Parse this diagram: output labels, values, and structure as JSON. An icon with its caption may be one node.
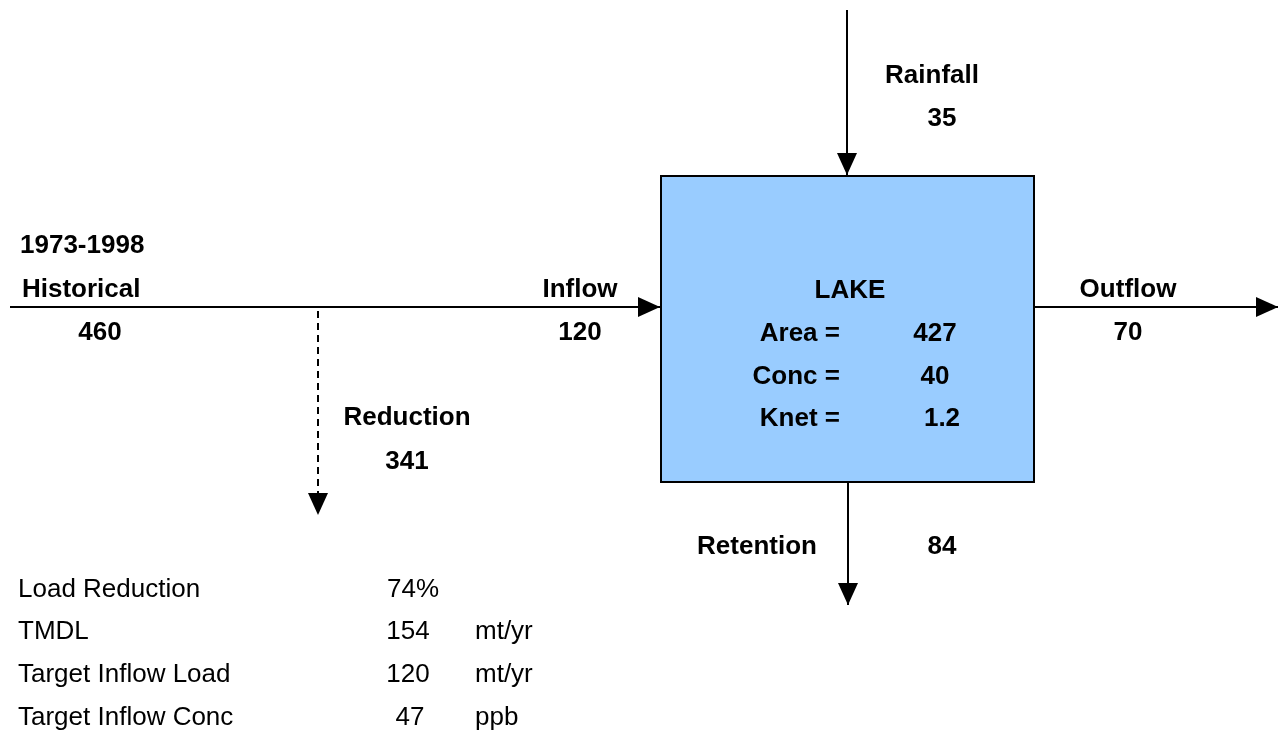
{
  "diagram": {
    "nodes": [
      {
        "text": [
          "LAKE",
          "Area =",
          "427",
          "Conc =",
          "40",
          "Knet =",
          "1.2"
        ]
      },
      {
        "text": [
          "1973-1998",
          "Historical",
          "460"
        ]
      }
    ],
    "edges": [
      {
        "from": null,
        "to": 0,
        "arrow": "to"
      },
      {
        "from": 1,
        "to": 0,
        "arrow": "to"
      },
      {
        "from": 1,
        "to": null,
        "arrow": "to",
        "style": "dashed"
      },
      {
        "from": 0,
        "to": null,
        "arrow": "to"
      },
      {
        "from": 0,
        "to": null,
        "arrow": "to"
      }
    ],
    "labels": [
      "Rainfall",
      "35",
      "Inflow",
      "120",
      "Outflow",
      "70",
      "Reduction",
      "341",
      "Retention",
      "84",
      "Load Reduction",
      "74%",
      "TMDL",
      "154",
      "mt/yr",
      "Target Inflow Load",
      "120",
      "mt/yr",
      "Target Inflow Conc",
      "47",
      "ppb"
    ]
  }
}
